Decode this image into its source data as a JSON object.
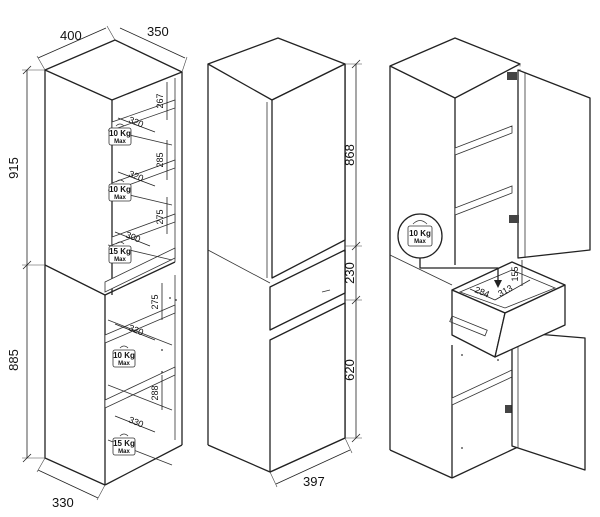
{
  "cabinet_left": {
    "top_width": "400",
    "top_depth": "350",
    "upper_height": "915",
    "lower_height": "885",
    "base_depth": "330",
    "shelf_heights": [
      "267",
      "285",
      "275",
      "275",
      "288"
    ],
    "shelf_depths": [
      "320",
      "320",
      "300",
      "320",
      "330"
    ],
    "weights": [
      {
        "value": "10 Kg",
        "sub": "Max"
      },
      {
        "value": "10 Kg",
        "sub": "Max"
      },
      {
        "value": "15 Kg",
        "sub": "Max"
      },
      {
        "value": "10 Kg",
        "sub": "Max"
      },
      {
        "value": "15 Kg",
        "sub": "Max"
      }
    ]
  },
  "cabinet_middle": {
    "upper_door_height": "868",
    "drawer_height": "230",
    "lower_door_height": "620",
    "width": "397"
  },
  "cabinet_right": {
    "weight": {
      "value": "10 Kg",
      "sub": "Max"
    },
    "drawer_width": "284",
    "drawer_depth": "313",
    "drawer_height": "155"
  }
}
